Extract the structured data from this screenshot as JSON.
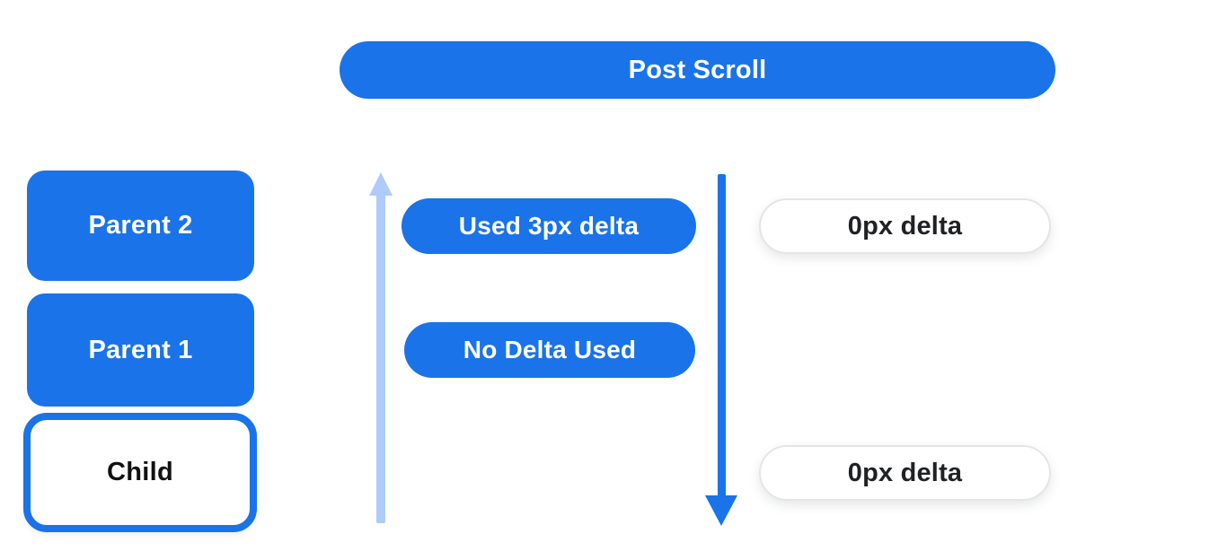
{
  "header": {
    "label": "Post Scroll"
  },
  "left_column": {
    "parents": [
      {
        "label": "Parent 2"
      },
      {
        "label": "Parent 1"
      }
    ],
    "child": {
      "label": "Child"
    }
  },
  "middle_column": {
    "pills": [
      {
        "label": "Used 3px delta"
      },
      {
        "label": "No Delta Used"
      }
    ]
  },
  "right_column": {
    "pills": [
      {
        "label": "0px delta"
      },
      {
        "label": "0px delta"
      }
    ]
  },
  "icons": {
    "up_arrow": "up-arrow-icon",
    "down_arrow": "down-arrow-icon"
  },
  "colors": {
    "primary_blue": "#1a73e8",
    "light_blue": "#aecbfa",
    "text_dark": "#1f2124",
    "pill_border": "#e3e5e8",
    "bg": "#ffffff"
  }
}
